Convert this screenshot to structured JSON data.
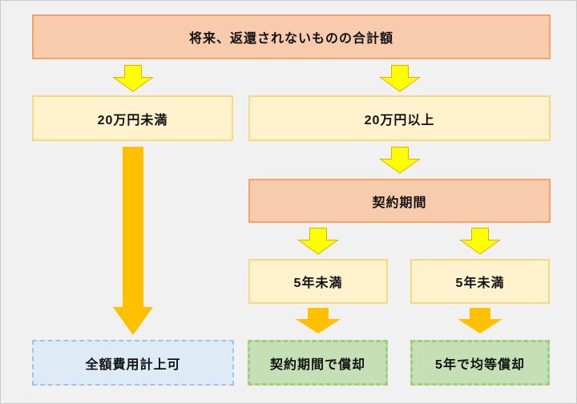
{
  "diagram": {
    "description_visible_text_only": true,
    "nodes": {
      "total": {
        "label": "将来、返還されないものの合計額",
        "style": "orange-solid"
      },
      "under_200k": {
        "label": "20万円未満",
        "style": "cream-solid"
      },
      "over_200k": {
        "label": "20万円以上",
        "style": "cream-solid"
      },
      "contract_period": {
        "label": "契約期間",
        "style": "orange-solid"
      },
      "under_5y_left": {
        "label": "5年未満",
        "style": "cream-solid"
      },
      "under_5y_right": {
        "label": "5年未満",
        "style": "cream-solid"
      },
      "full_expense": {
        "label": "全額費用計上可",
        "style": "blue-dashed"
      },
      "amortize_contract": {
        "label": "契約期間で償却",
        "style": "green-dashed"
      },
      "amortize_5y": {
        "label": "5年で均等償却",
        "style": "green-dashed"
      }
    },
    "edges": [
      {
        "from": "total",
        "to": "under_200k",
        "arrow": "yellow-short"
      },
      {
        "from": "total",
        "to": "over_200k",
        "arrow": "yellow-short"
      },
      {
        "from": "under_200k",
        "to": "full_expense",
        "arrow": "orange-long"
      },
      {
        "from": "over_200k",
        "to": "contract_period",
        "arrow": "yellow-short"
      },
      {
        "from": "contract_period",
        "to": "under_5y_left",
        "arrow": "yellow-short"
      },
      {
        "from": "contract_period",
        "to": "under_5y_right",
        "arrow": "yellow-short"
      },
      {
        "from": "under_5y_left",
        "to": "amortize_contract",
        "arrow": "orange-short"
      },
      {
        "from": "under_5y_right",
        "to": "amortize_5y",
        "arrow": "orange-short"
      }
    ],
    "colors": {
      "canvas_bg": "#F1F1F2",
      "canvas_border": "#C9C9C9",
      "orange_box_fill": "#F8CBAD",
      "orange_box_border": "#F0A36B",
      "cream_box_fill": "#FFF2CC",
      "cream_box_border": "#F6D97E",
      "blue_box_fill": "#DEEBF7",
      "blue_box_border": "#9DC3E6",
      "green_box_fill": "#C5E0B4",
      "green_box_border": "#A0CE80",
      "yellow_arrow_fill": "#FFFF00",
      "yellow_arrow_border": "#E7AC00",
      "orange_arrow_fill": "#FFC000",
      "text_color": "#111111"
    }
  }
}
